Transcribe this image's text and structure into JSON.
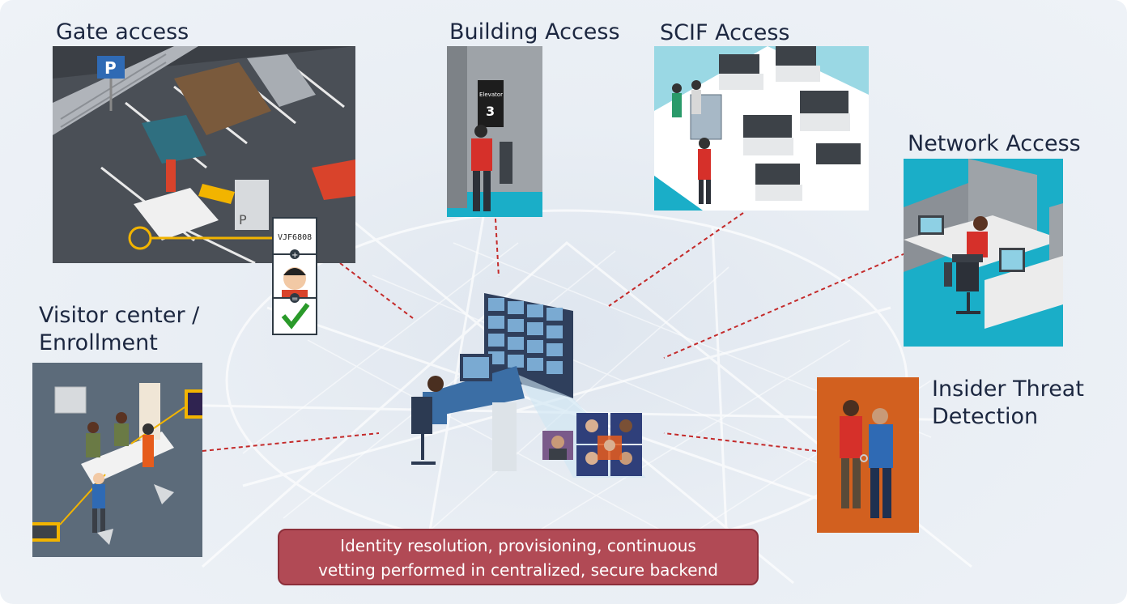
{
  "labels": {
    "gate": "Gate access",
    "building": "Building Access",
    "scif": "SCIF Access",
    "network": "Network Access",
    "visitor_line1": "Visitor center /",
    "visitor_line2": "Enrollment",
    "insider_line1": "Insider Threat",
    "insider_line2": "Detection"
  },
  "backend": {
    "line1": "Identity resolution, provisioning, continuous",
    "line2": "vetting performed in centralized, secure backend"
  },
  "gate_scene": {
    "parking_sign": "P",
    "booth_sign": "P",
    "plate_text": "VJF6808",
    "match_symbols": [
      "+",
      "="
    ]
  },
  "building_scene": {
    "elevator_sign_line1": "Elevator",
    "elevator_sign_line2": "3"
  },
  "colors": {
    "accent_connector": "#c42a2a",
    "backend_fill": "#b14a55",
    "teal": "#1aaec8",
    "orange_panel": "#d2601f",
    "check_green": "#2a9a2a",
    "highlight_yellow": "#f2b400"
  }
}
